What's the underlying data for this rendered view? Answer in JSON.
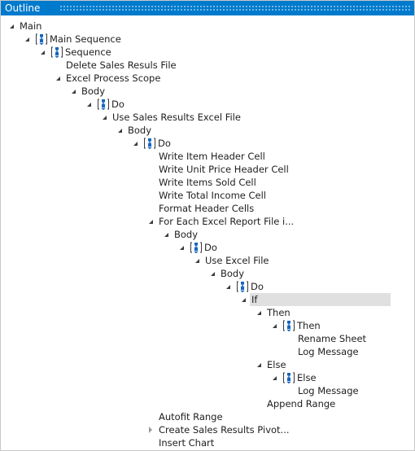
{
  "window": {
    "title": "Outline"
  },
  "colors": {
    "titlebar": "#007acc",
    "selection": "#e0e0e0",
    "icon_blue": "#1565c0"
  },
  "tree": [
    {
      "label": "Main",
      "depth": 0,
      "expander": "open"
    },
    {
      "label": "Main Sequence",
      "depth": 1,
      "expander": "open",
      "icon": "sequence-icon"
    },
    {
      "label": "Sequence",
      "depth": 2,
      "expander": "open",
      "icon": "sequence-icon"
    },
    {
      "label": "Delete Sales Resuls File",
      "depth": 3,
      "expander": "none"
    },
    {
      "label": "Excel Process Scope",
      "depth": 3,
      "expander": "open"
    },
    {
      "label": "Body",
      "depth": 4,
      "expander": "open"
    },
    {
      "label": "Do",
      "depth": 5,
      "expander": "open",
      "icon": "sequence-icon"
    },
    {
      "label": "Use Sales Results Excel File",
      "depth": 6,
      "expander": "open"
    },
    {
      "label": "Body",
      "depth": 7,
      "expander": "open"
    },
    {
      "label": "Do",
      "depth": 8,
      "expander": "open",
      "icon": "sequence-icon"
    },
    {
      "label": "Write Item Header Cell",
      "depth": 9,
      "expander": "none"
    },
    {
      "label": "Write Unit Price Header Cell",
      "depth": 9,
      "expander": "none"
    },
    {
      "label": "Write Items Sold Cell",
      "depth": 9,
      "expander": "none"
    },
    {
      "label": "Write Total Income Cell",
      "depth": 9,
      "expander": "none"
    },
    {
      "label": "Format Header Cells",
      "depth": 9,
      "expander": "none"
    },
    {
      "label": "For Each Excel Report File i...",
      "depth": 9,
      "expander": "open"
    },
    {
      "label": "Body",
      "depth": 10,
      "expander": "open"
    },
    {
      "label": "Do",
      "depth": 11,
      "expander": "open",
      "icon": "sequence-icon"
    },
    {
      "label": "Use Excel File",
      "depth": 12,
      "expander": "open"
    },
    {
      "label": "Body",
      "depth": 13,
      "expander": "open"
    },
    {
      "label": "Do",
      "depth": 14,
      "expander": "open",
      "icon": "sequence-icon"
    },
    {
      "label": "If",
      "depth": 15,
      "expander": "open",
      "selected": true
    },
    {
      "label": "Then",
      "depth": 16,
      "expander": "open"
    },
    {
      "label": "Then",
      "depth": 17,
      "expander": "open",
      "icon": "sequence-icon"
    },
    {
      "label": "Rename Sheet",
      "depth": 18,
      "expander": "none"
    },
    {
      "label": "Log Message",
      "depth": 18,
      "expander": "none"
    },
    {
      "label": "Else",
      "depth": 16,
      "expander": "open"
    },
    {
      "label": "Else",
      "depth": 17,
      "expander": "open",
      "icon": "sequence-icon"
    },
    {
      "label": "Log Message",
      "depth": 18,
      "expander": "none"
    },
    {
      "label": "Append Range",
      "depth": 16,
      "expander": "none"
    },
    {
      "label": "Autofit Range",
      "depth": 9,
      "expander": "none"
    },
    {
      "label": "Create Sales Results Pivot...",
      "depth": 9,
      "expander": "closed"
    },
    {
      "label": "Insert Chart",
      "depth": 9,
      "expander": "none"
    }
  ]
}
